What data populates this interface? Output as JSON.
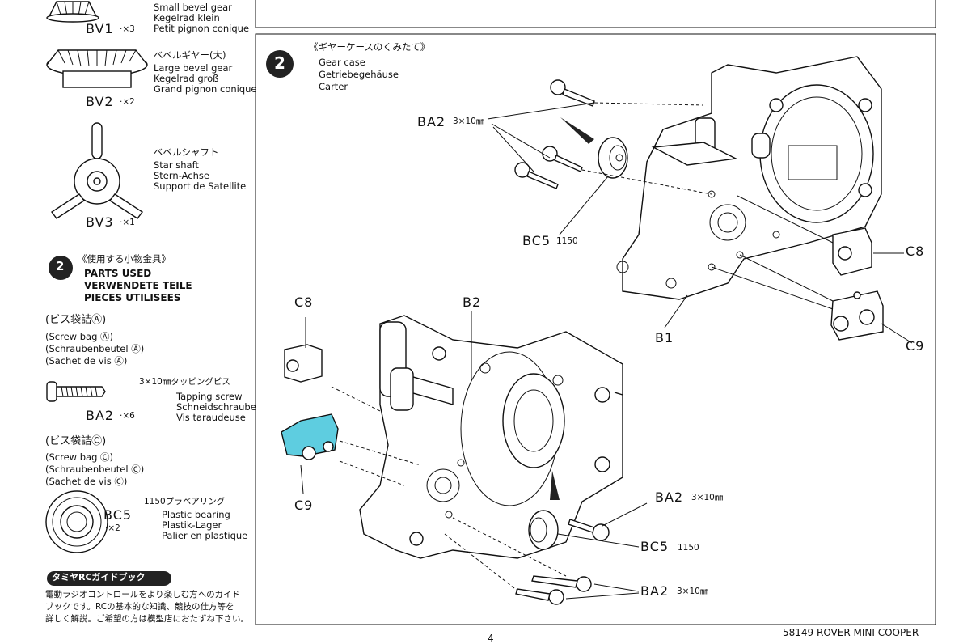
{
  "left_parts": {
    "bv1": {
      "lines": [
        "Small bevel gear",
        "Kegelrad klein",
        "Petit pignon conique"
      ],
      "code": "BV1",
      "qty": "·×3"
    },
    "bv2": {
      "jp": "ベベルギヤー(大)",
      "lines": [
        "Large bevel gear",
        "Kegelrad groß",
        "Grand pignon conique"
      ],
      "code": "BV2",
      "qty": "·×2"
    },
    "bv3": {
      "jp": "ベベルシャフト",
      "lines": [
        "Star shaft",
        "Stern-Achse",
        "Support de Satellite"
      ],
      "code": "BV3",
      "qty": "·×1"
    }
  },
  "parts_used": {
    "step_number": "2",
    "jp": "《使用する小物金具》",
    "en": "PARTS USED",
    "de": "VERWENDETE TEILE",
    "fr": "PIECES UTILISEES"
  },
  "bag_a": {
    "jp": "(ビス袋詰Ⓐ)",
    "lines": [
      "(Screw bag Ⓐ)",
      "(Schraubenbeutel Ⓐ)",
      "(Sachet de vis Ⓐ)"
    ]
  },
  "ba2_part": {
    "jp": "3×10㎜タッピングビス",
    "lines": [
      "Tapping screw",
      "Schneidschraube",
      "Vis taraudeuse"
    ],
    "code": "BA2",
    "qty": "·×6"
  },
  "bag_c": {
    "jp": "(ビス袋詰Ⓒ)",
    "lines": [
      "(Screw bag Ⓒ)",
      "(Schraubenbeutel Ⓒ)",
      "(Sachet de vis Ⓒ)"
    ]
  },
  "bc5_part": {
    "jp": "1150プラベアリング",
    "lines": [
      "Plastic bearing",
      "Plastik-Lager",
      "Palier en plastique"
    ],
    "code": "BC5",
    "qty": "·×2"
  },
  "guide_book": {
    "badge": "タミヤRCガイドブック",
    "lines": [
      "電動ラジオコントロールをより楽しむ方へのガイド",
      "ブックです。RCの基本的な知識、競技の仕方等を",
      "詳しく解説。ご希望の方は模型店におたずね下さい。"
    ]
  },
  "step": {
    "number": "2",
    "jp": "《ギヤーケースのくみたて》",
    "en": "Gear case",
    "de": "Getriebegehäuse",
    "fr": "Carter"
  },
  "callouts": {
    "ba2_top": "BA2",
    "ba2_top_size": "3×10㎜",
    "bc5_top": "BC5",
    "bc5_top_num": "1150",
    "c8_right": "C8",
    "c9_right": "C9",
    "b1": "B1",
    "c8_left": "C8",
    "b2": "B2",
    "c9_left": "C9",
    "ba2_mid": "BA2",
    "ba2_mid_size": "3×10㎜",
    "bc5_mid": "BC5",
    "bc5_mid_num": "1150",
    "ba2_bottom": "BA2",
    "ba2_bottom_size": "3×10㎜"
  },
  "footer": {
    "model": "58149 ROVER MINI COOPER",
    "page": "4"
  },
  "colors": {
    "highlight": "#5ecde0",
    "ink": "#111111"
  }
}
